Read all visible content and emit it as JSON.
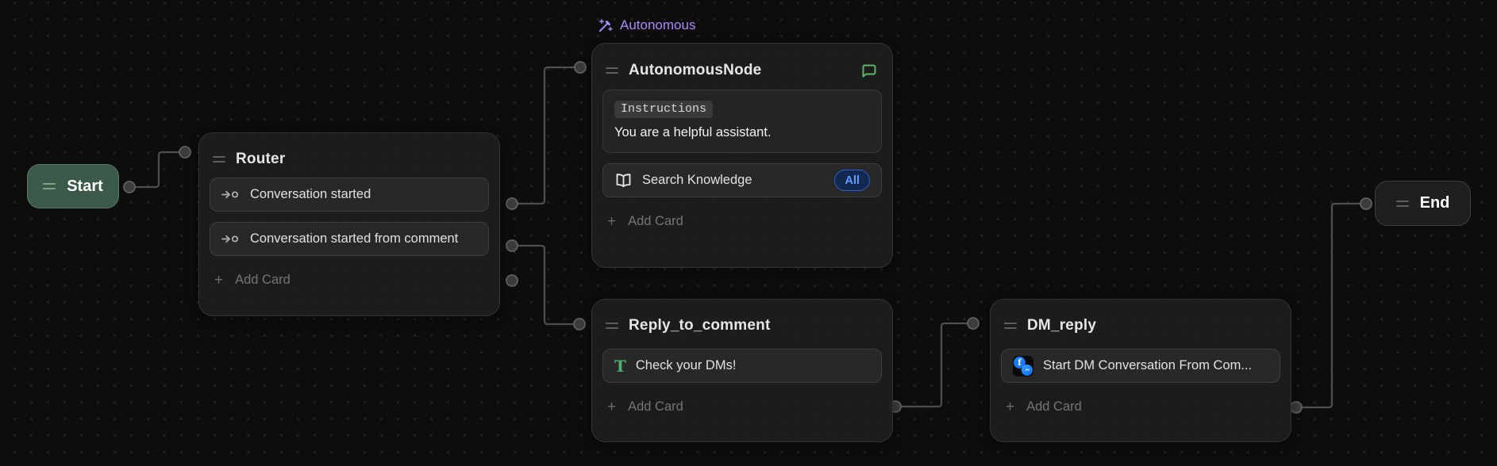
{
  "badge": {
    "label": "Autonomous"
  },
  "nodes": {
    "start": {
      "label": "Start"
    },
    "router": {
      "title": "Router",
      "options": [
        "Conversation started",
        "Conversation started from comment"
      ],
      "add_card_label": "Add Card"
    },
    "autonomous": {
      "title": "AutonomousNode",
      "instructions_chip": "Instructions",
      "instructions_value": "You are a helpful assistant.",
      "search_knowledge": {
        "label": "Search Knowledge",
        "scope_badge": "All"
      },
      "add_card_label": "Add Card"
    },
    "reply_to_comment": {
      "title": "Reply_to_comment",
      "text_card": "Check your DMs!",
      "add_card_label": "Add Card"
    },
    "dm_reply": {
      "title": "DM_reply",
      "action_card": "Start DM Conversation From Com...",
      "add_card_label": "Add Card"
    },
    "end": {
      "label": "End"
    }
  },
  "colors": {
    "canvas_bg": "#0d0d0d",
    "node_bg": "#1e1e1e",
    "start_node_green": "#3b5a49",
    "accent_purple": "#a78bfa",
    "comment_icon_green": "#5cb567",
    "text_icon_green": "#4fae6b",
    "badge_blue_bg": "#132952",
    "badge_blue_text": "#5e9eff",
    "facebook_blue": "#1877f2",
    "wire_gray": "#4f4f4f",
    "port_fill": "#3c3c3c"
  }
}
